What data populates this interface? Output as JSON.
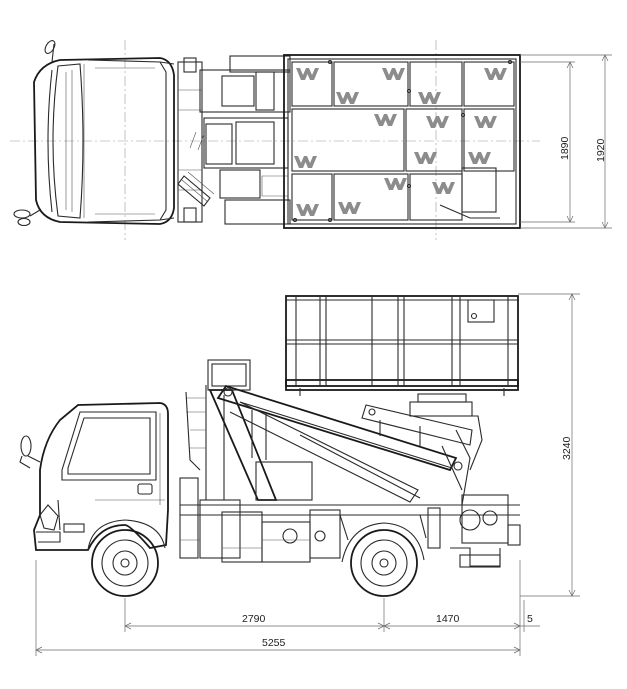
{
  "dimensions": {
    "platform_width": "1890",
    "overall_width": "1920",
    "height": "3240",
    "wheelbase": "2790",
    "rear_overhang": "1470",
    "gap": "5",
    "overall_length": "5255"
  }
}
